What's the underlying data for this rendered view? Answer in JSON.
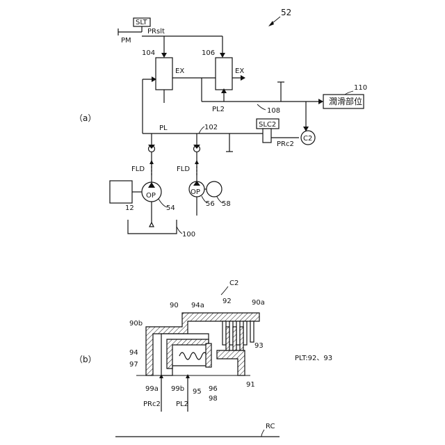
{
  "figure_number": "52",
  "part_a": {
    "label": "（a）",
    "solenoid_slt": "SLT",
    "solenoid_slc2": "SLC2",
    "pm": "PM",
    "prslt": "PRslt",
    "valve_104": "104",
    "valve_106": "106",
    "ex1": "EX",
    "ex2": "EX",
    "pl": "PL",
    "pl2": "PL2",
    "oil_102": "102",
    "oil_108": "108",
    "lube_id": "110",
    "lube_part": "潤滑部位",
    "clutch_c2": "C2",
    "prc2": "PRc2",
    "fld_left": "FLD",
    "fld_right": "FLD",
    "op_left": "OP",
    "op_right": "OP",
    "engine_12": "12",
    "pump_54": "54",
    "pump_56": "56",
    "motor_58": "58",
    "tank_100": "100"
  },
  "part_b": {
    "label": "（b）",
    "c2": "C2",
    "l90": "90",
    "l94a": "94a",
    "l92": "92",
    "l90a": "90a",
    "l90b": "90b",
    "l93": "93",
    "l94": "94",
    "l97": "97",
    "l91": "91",
    "l99a": "99a",
    "l99b": "99b",
    "l96": "96",
    "l95": "95",
    "l98": "98",
    "prc2": "PRc2",
    "pl2": "PL2",
    "plt": "PLT:92、93"
  },
  "part_c": {
    "rc": "RC"
  }
}
